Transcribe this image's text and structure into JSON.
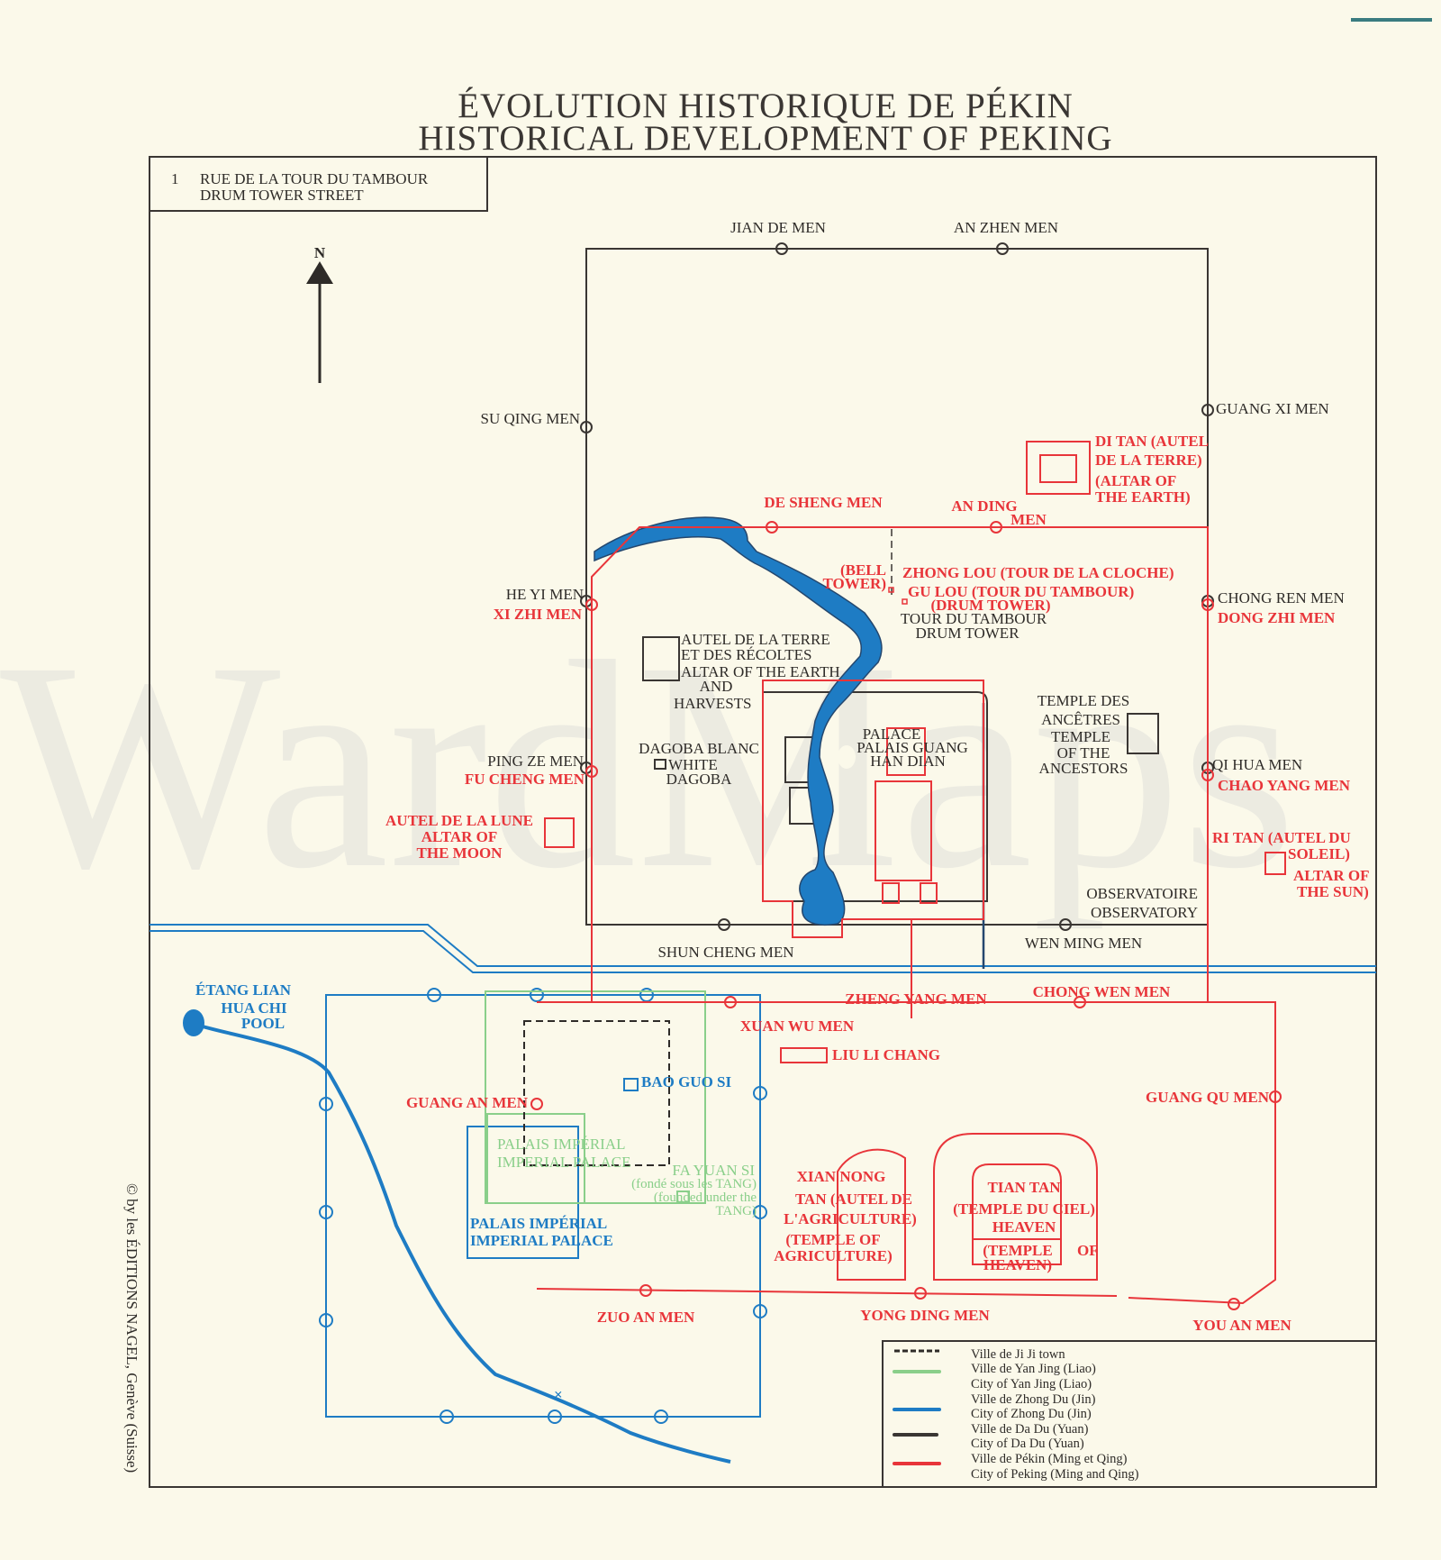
{
  "title": {
    "line1": "ÉVOLUTION HISTORIQUE DE PÉKIN",
    "line2": "HISTORICAL DEVELOPMENT OF PEKING"
  },
  "inset": {
    "number": "1",
    "line1": "RUE DE LA TOUR DU TAMBOUR",
    "line2": "DRUM TOWER STREET"
  },
  "north": "N",
  "watermark": "WardMaps",
  "credit": "© by les ÉDITIONS NAGEL, Genève (Suisse)",
  "colors": {
    "ji": "#2e2b28",
    "liao": "#8acf8a",
    "jin": "#1e7cc4",
    "yuan": "#3a3633",
    "ming": "#e8353a",
    "paper": "#fbf9ea"
  },
  "dadu": {
    "jian_de_men": "JIAN DE MEN",
    "an_zhen_men": "AN ZHEN MEN",
    "su_qing_men": "SU QING MEN",
    "guang_xi_men": "GUANG XI MEN",
    "he_yi_men": "HE YI MEN",
    "chong_ren_men": "CHONG REN MEN",
    "ping_ze_men": "PING ZE MEN",
    "qi_hua_men": "QI HUA MEN",
    "shun_cheng_men": "SHUN CHENG MEN",
    "wen_ming_men": "WEN MING MEN",
    "drum_tower": [
      "TOUR DU TAMBOUR",
      "DRUM TOWER"
    ],
    "altar_earth_harvest": [
      "AUTEL DE LA TERRE",
      "ET DES RÉCOLTES",
      "ALTAR OF THE EARTH",
      "AND",
      "HARVESTS"
    ],
    "dagoba": [
      "DAGOBA BLANC",
      "WHITE",
      "DAGOBA"
    ],
    "palace": [
      "PALACE",
      "PALAIS GUANG",
      "HAN DIAN"
    ],
    "ancestors": [
      "TEMPLE DES",
      "ANCÊTRES",
      "TEMPLE",
      "OF THE",
      "ANCESTORS"
    ],
    "observatory": [
      "OBSERVATOIRE",
      "OBSERVATORY"
    ]
  },
  "peking": {
    "de_sheng_men": "DE SHENG MEN",
    "an_ding_men": [
      "AN DING",
      "MEN"
    ],
    "di_tan": [
      "DI TAN (AUTEL",
      "DE LA TERRE)",
      "(ALTAR OF",
      "THE EARTH)"
    ],
    "bell_tower": [
      "(BELL",
      "TOWER)"
    ],
    "zhong_lou": "ZHONG LOU (TOUR DE LA CLOCHE)",
    "gu_lou": "GU LOU (TOUR DU TAMBOUR)",
    "drum_tower": "(DRUM TOWER)",
    "xi_zhi_men": "XI ZHI MEN",
    "dong_zhi_men": "DONG ZHI MEN",
    "fu_cheng_men": "FU CHENG MEN",
    "chao_yang_men": "CHAO YANG MEN",
    "moon": [
      "AUTEL DE LA LUNE",
      "ALTAR OF",
      "THE MOON"
    ],
    "sun": [
      "RI TAN (AUTEL DU",
      "SOLEIL)",
      "ALTAR OF",
      "THE SUN)"
    ],
    "zheng_yang_men": "ZHENG YANG MEN",
    "chong_wen_men": "CHONG WEN MEN",
    "xuan_wu_men": "XUAN WU MEN",
    "liu_li_chang": "LIU LI CHANG",
    "guang_an_men": "GUANG AN MEN",
    "guang_qu_men": "GUANG QU MEN",
    "agriculture": [
      "XIAN NONG",
      "TAN (AUTEL DE",
      "L'AGRICULTURE)",
      "(TEMPLE OF",
      "AGRICULTURE)"
    ],
    "heaven": [
      "TIAN TAN",
      "(TEMPLE DU CIEL)",
      "HEAVEN",
      "(TEMPLE",
      "OF",
      "HEAVEN)"
    ],
    "zuo_an_men": "ZUO AN MEN",
    "yong_ding_men": "YONG DING MEN",
    "you_an_men": "YOU AN MEN"
  },
  "zhongdu": {
    "pool": [
      "ÉTANG LIAN",
      "HUA CHI",
      "POOL"
    ],
    "bao_guo_si": "BAO GUO SI",
    "palace": [
      "PALAIS IMPÉRIAL",
      "IMPERIAL PALACE"
    ]
  },
  "yanjing": {
    "palace": [
      "PALAIS IMPÉRIAL",
      "IMPERIAL PALACE"
    ],
    "fa_yuan_si": [
      "FA YUAN SI",
      "(fondé sous les TANG)",
      "(founded under the",
      "TANG)"
    ]
  },
  "legend": [
    "Ville de Ji Ji town",
    "Ville de Yan Jing (Liao)",
    "City of Yan Jing (Liao)",
    "Ville de Zhong Du (Jin)",
    "City of Zhong Du (Jin)",
    "Ville de Da Du (Yuan)",
    "City of Da Du (Yuan)",
    "Ville de Pékin (Ming et Qing)",
    "City of Peking (Ming and Qing)"
  ]
}
